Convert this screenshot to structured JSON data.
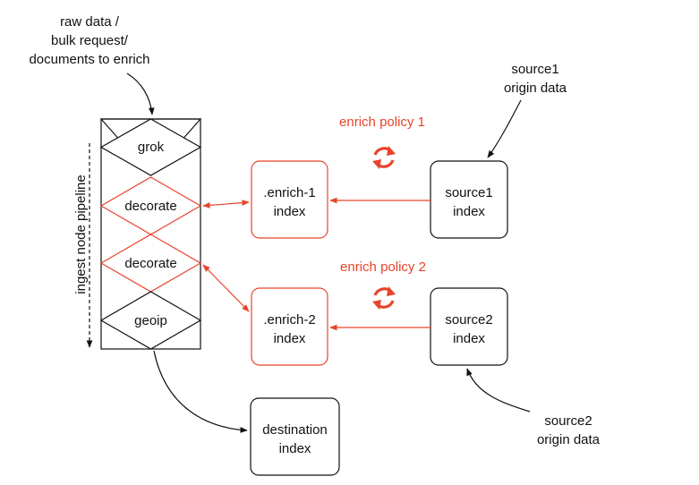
{
  "colors": {
    "accent_red": "#e8432b",
    "ink": "#111111",
    "background": "#ffffff"
  },
  "labels": {
    "input_line1": "raw data /",
    "input_line2": "bulk request/",
    "input_line3": "documents to enrich",
    "pipeline": "ingest node pipeline",
    "stage_grok": "grok",
    "stage_decorate_1": "decorate",
    "stage_decorate_2": "decorate",
    "stage_geoip": "geoip",
    "enrich1_line1": ".enrich-1",
    "enrich1_line2": "index",
    "enrich2_line1": ".enrich-2",
    "enrich2_line2": "index",
    "source1_line1": "source1",
    "source1_line2": "index",
    "source2_line1": "source2",
    "source2_line2": "index",
    "source1_origin_line1": "source1",
    "source1_origin_line2": "origin data",
    "source2_origin_line1": "source2",
    "source2_origin_line2": "origin data",
    "policy1": "enrich policy 1",
    "policy2": "enrich policy 2",
    "destination_line1": "destination",
    "destination_line2": "index"
  },
  "icons": {
    "refresh": "refresh-cycle-icon"
  }
}
